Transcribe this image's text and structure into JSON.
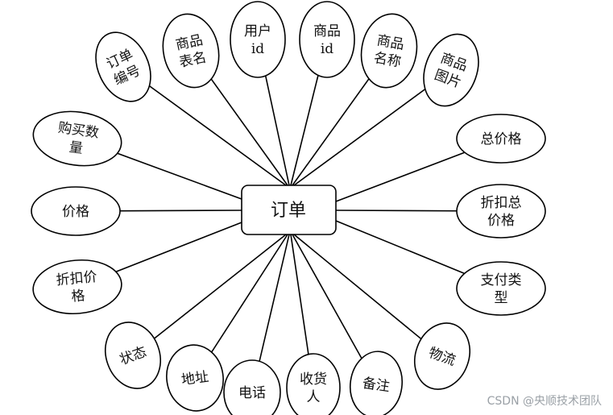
{
  "entity": {
    "label": "订单"
  },
  "attributes": [
    {
      "id": "order-number",
      "lines": [
        "订单",
        "编号"
      ]
    },
    {
      "id": "product-table-name",
      "lines": [
        "商品",
        "表名"
      ]
    },
    {
      "id": "user-id",
      "lines": [
        "用户",
        "id"
      ]
    },
    {
      "id": "product-id",
      "lines": [
        "商品",
        "id"
      ]
    },
    {
      "id": "product-name",
      "lines": [
        "商品",
        "名称"
      ]
    },
    {
      "id": "product-image",
      "lines": [
        "商品",
        "图片"
      ]
    },
    {
      "id": "purchase-quantity",
      "lines": [
        "购买数",
        "量"
      ]
    },
    {
      "id": "price",
      "lines": [
        "价格"
      ]
    },
    {
      "id": "discount-price",
      "lines": [
        "折扣价",
        "格"
      ]
    },
    {
      "id": "status",
      "lines": [
        "状态"
      ]
    },
    {
      "id": "address",
      "lines": [
        "地址"
      ]
    },
    {
      "id": "phone",
      "lines": [
        "电话"
      ]
    },
    {
      "id": "recipient",
      "lines": [
        "收货",
        "人"
      ]
    },
    {
      "id": "remark",
      "lines": [
        "备注"
      ]
    },
    {
      "id": "logistics",
      "lines": [
        "物流"
      ]
    },
    {
      "id": "total-price",
      "lines": [
        "总价格"
      ]
    },
    {
      "id": "discount-total-price",
      "lines": [
        "折扣总",
        "价格"
      ]
    },
    {
      "id": "payment-type",
      "lines": [
        "支付类",
        "型"
      ]
    }
  ],
  "watermark": "CSDN @央顺技术团队"
}
